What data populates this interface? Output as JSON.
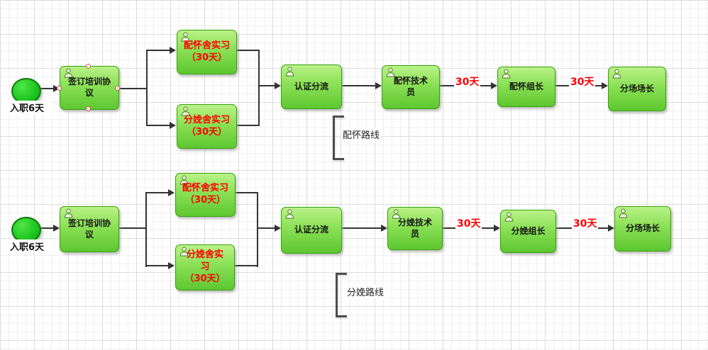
{
  "colors": {
    "node_border": "#36a00a",
    "node_fill_top": "#baf288",
    "node_fill_bottom": "#5ec731",
    "start_fill": "#1dc51d",
    "branch_text": "#ff0000",
    "interval_text": "#ff0000",
    "connector": "#333333",
    "grid_minor": "#f0f0f0",
    "grid_major": "#dcdcdc"
  },
  "icons": {
    "person": "person-icon"
  },
  "row1": {
    "start_label": "入职6天",
    "sign_label": "签订培训协议",
    "branch_a_line1": "配怀舍实习",
    "branch_a_line2": "（30天）",
    "branch_b_line1": "分娩舍实习",
    "branch_b_line2": "（30天）",
    "cert_label": "认证分流",
    "tech_label": "配怀技术员",
    "interval1_label": "30天",
    "lead_label": "配怀组长",
    "interval2_label": "30天",
    "chief_label": "分场场长",
    "route_label": "配怀路线"
  },
  "row2": {
    "start_label": "入职6天",
    "sign_label": "签订培训协议",
    "branch_a_line1": "配怀舍实习",
    "branch_a_line2": "（30天）",
    "branch_b_line1": "分娩舍实习",
    "branch_b_line2": "（30天）",
    "cert_label": "认证分流",
    "tech_label": "分娩技术员",
    "interval1_label": "30天",
    "lead_label": "分娩组长",
    "interval2_label": "30天",
    "chief_label": "分场场长",
    "route_label": "分娩路线"
  }
}
